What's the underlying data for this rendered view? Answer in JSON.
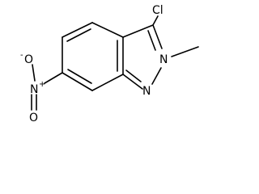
{
  "structure": {
    "atoms": {
      "chlorine": "Cl",
      "ring_nitrogen_n2": "N",
      "ring_nitrogen_n1": "N",
      "nitro_nitrogen": "N",
      "nitro_oxygen_top": "O",
      "nitro_oxygen_bottom": "O"
    },
    "charges": {
      "nitro_nitrogen": "+",
      "nitro_oxygen_top": "-"
    },
    "colors": {
      "ink": "#000000",
      "background": "#ffffff"
    }
  }
}
